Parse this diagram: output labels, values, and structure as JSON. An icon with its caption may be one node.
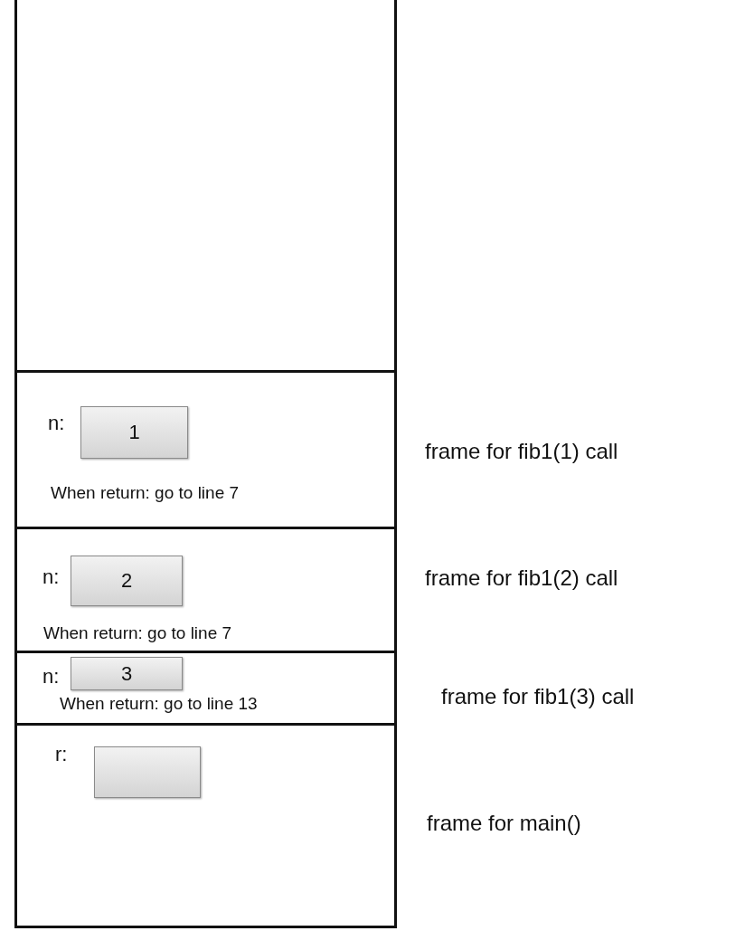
{
  "diagram": {
    "nodes": [
      {
        "text": [],
        "shape": "box"
      },
      {
        "text": [
          "When return: go to line 7"
        ],
        "in": 0,
        "beside": [
          "frame for fib1(1) call"
        ]
      },
      {
        "text": [
          "n:",
          "1"
        ],
        "in": 1
      },
      {
        "text": [
          "When return: go to line 7"
        ],
        "in": 0,
        "beside": [
          "frame for fib1(2) call"
        ]
      },
      {
        "text": [
          "n:",
          "2"
        ],
        "in": 3
      },
      {
        "text": [
          "When return: go to line 13"
        ],
        "in": 0,
        "beside": [
          "frame for fib1(3) call"
        ]
      },
      {
        "text": [
          "n:",
          "3"
        ],
        "in": 5
      },
      {
        "text": [],
        "shape": "box",
        "in": 0,
        "beside": [
          "frame for main()"
        ]
      },
      {
        "text": [
          "r:"
        ],
        "in": 7
      }
    ]
  }
}
